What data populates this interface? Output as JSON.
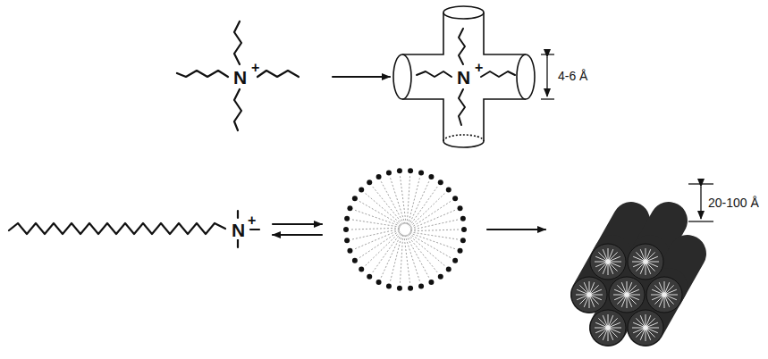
{
  "diagram": {
    "labels": [
      "N",
      "+",
      "N",
      "+",
      "N",
      "+",
      "4-6 Å",
      "20-100 Å"
    ]
  }
}
